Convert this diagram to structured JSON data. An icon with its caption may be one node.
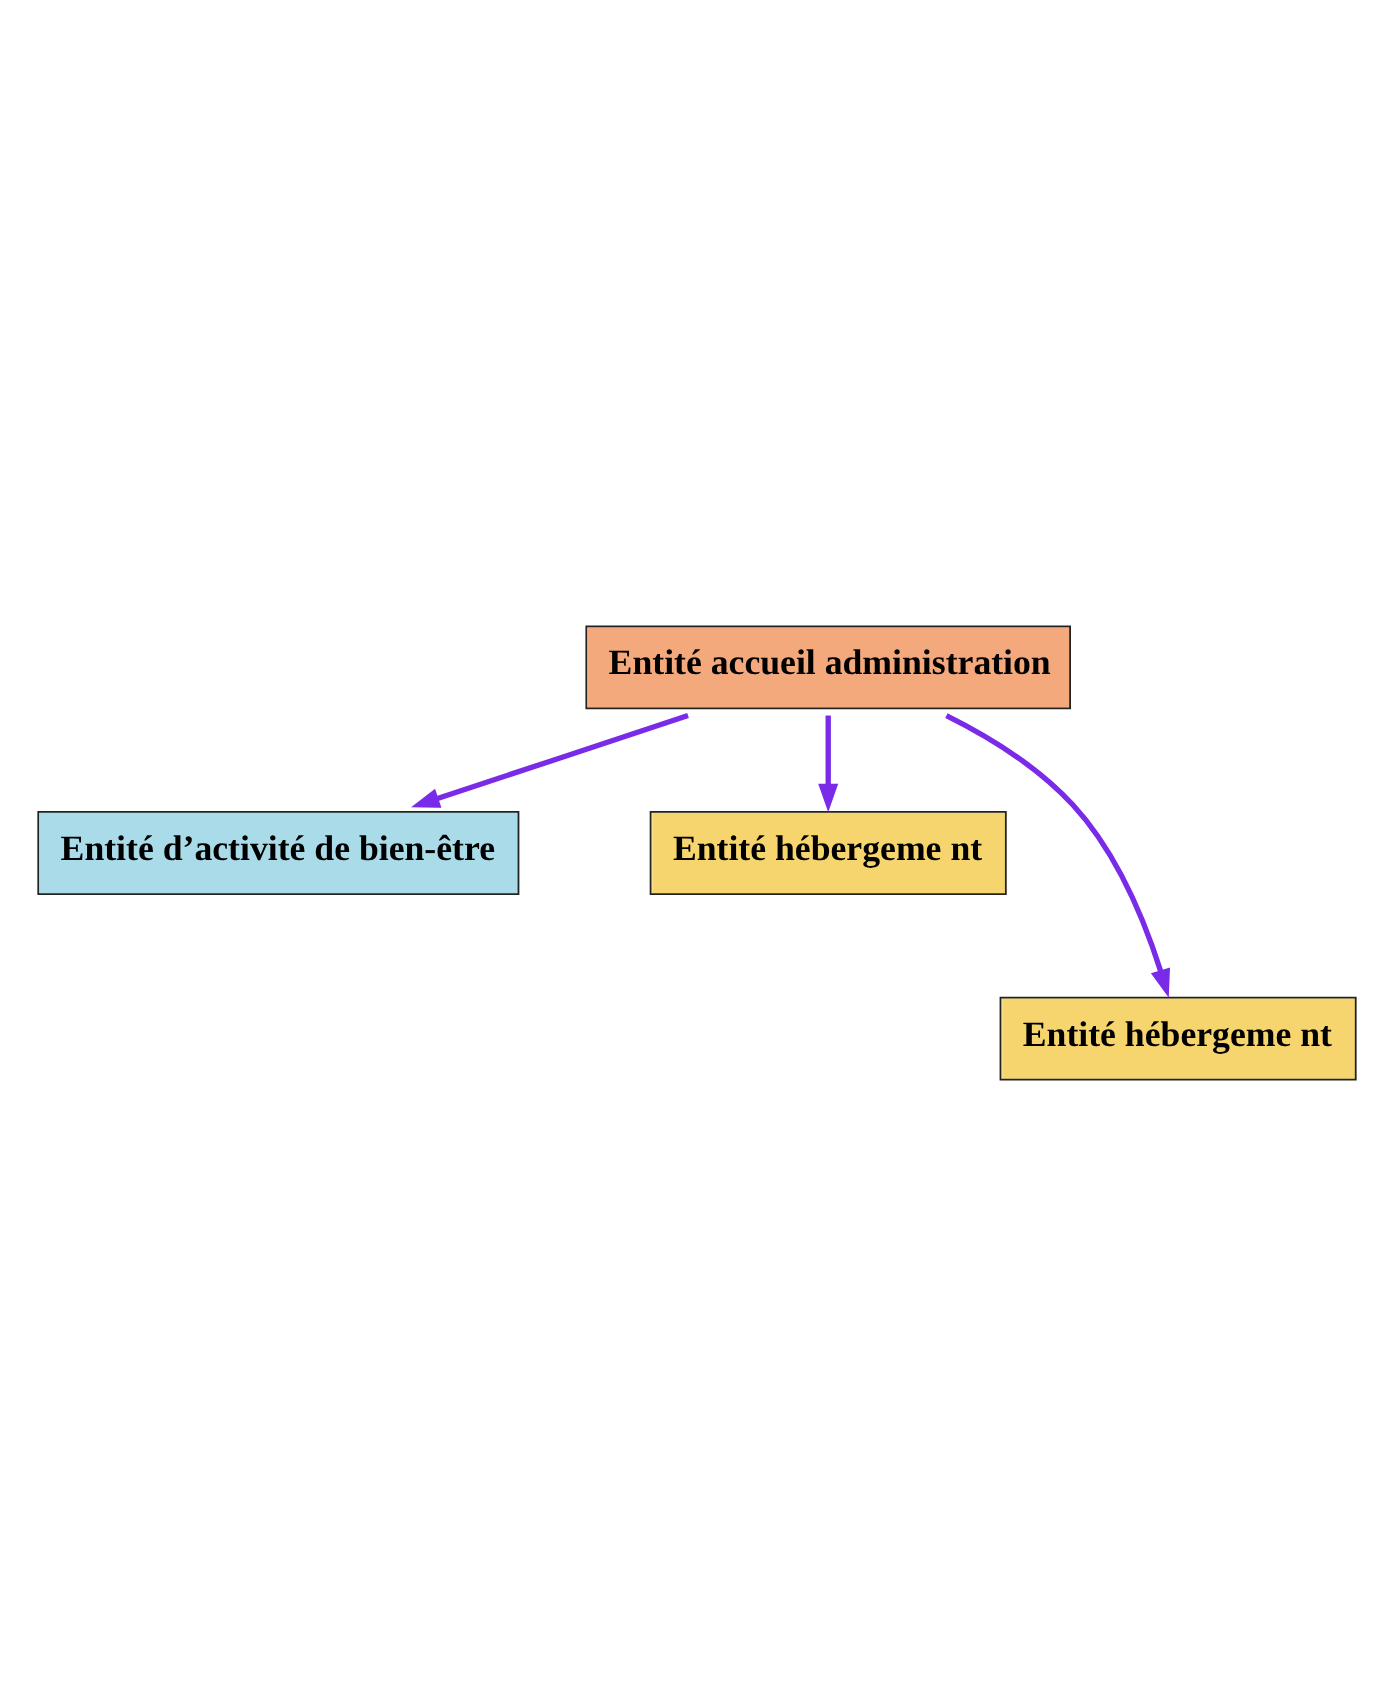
{
  "diagram": {
    "nodes": [
      {
        "text": [
          "Entité accueil administration"
        ]
      },
      {
        "text": [
          "Entité d’activité de bien-être"
        ]
      },
      {
        "text": [
          "Entité hébergeme nt"
        ]
      },
      {
        "text": [
          "Entité hébergeme nt"
        ]
      }
    ],
    "edges": [
      {
        "from": 0,
        "to": 1,
        "arrow": "to"
      },
      {
        "from": 0,
        "to": 2,
        "arrow": "to"
      },
      {
        "from": 0,
        "to": 3,
        "arrow": "to"
      }
    ]
  }
}
